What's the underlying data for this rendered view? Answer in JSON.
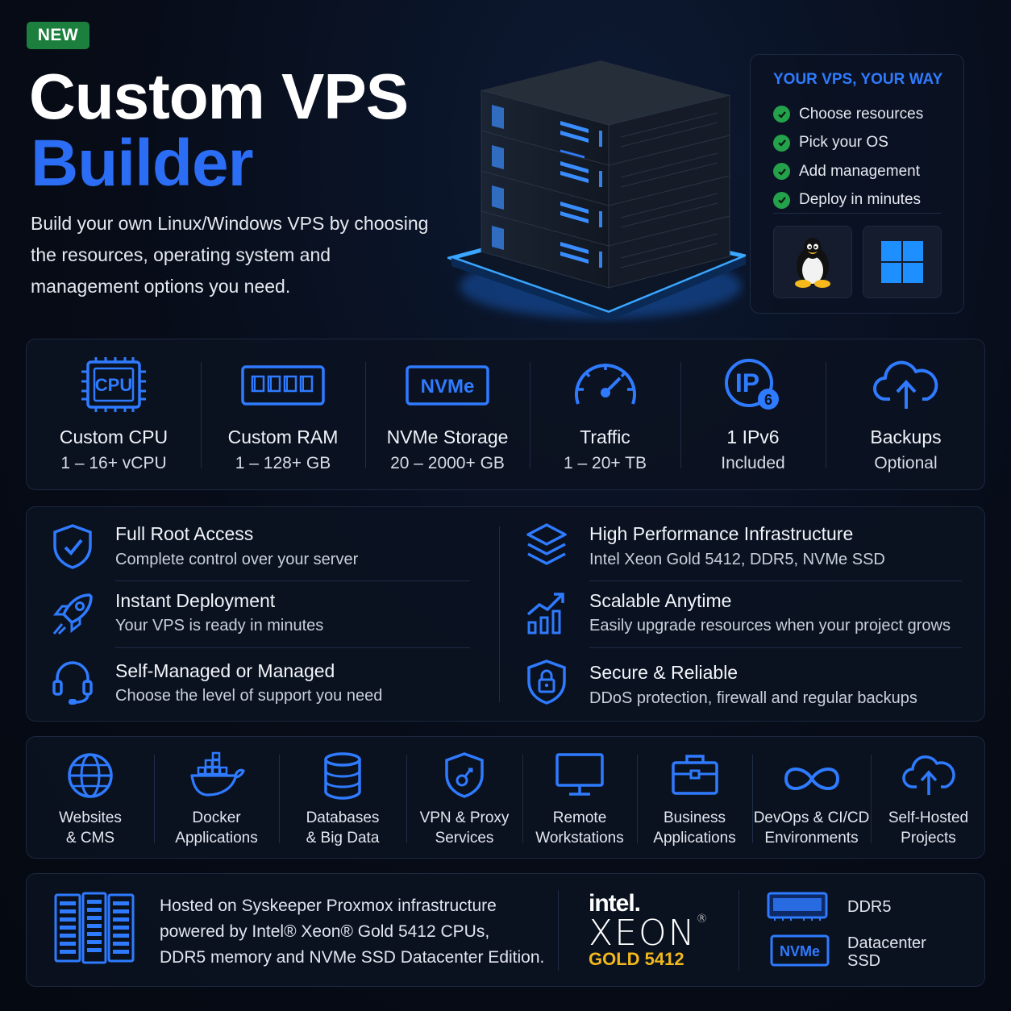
{
  "header": {
    "badge": "NEW",
    "title_line1": "Custom VPS",
    "title_line2": "Builder",
    "intro_line1": "Build your own Linux/Windows VPS by choosing",
    "intro_line2": "the resources, operating system and",
    "intro_line3": "management options you need."
  },
  "your_way": {
    "heading": "YOUR VPS, YOUR WAY",
    "items": [
      "Choose resources",
      "Pick your OS",
      "Add management",
      "Deploy in minutes"
    ],
    "os": [
      "linux-tux-icon",
      "windows-logo-icon"
    ]
  },
  "specs": [
    {
      "icon": "cpu-chip-icon",
      "icon_text": "CPU",
      "name": "Custom CPU",
      "value": "1 – 16+ vCPU"
    },
    {
      "icon": "ram-module-icon",
      "name": "Custom RAM",
      "value": "1 – 128+ GB"
    },
    {
      "icon": "nvme-drive-icon",
      "icon_text": "NVMe",
      "name": "NVMe Storage",
      "value": "20 – 2000+ GB"
    },
    {
      "icon": "speedometer-icon",
      "name": "Traffic",
      "value": "1 – 20+ TB"
    },
    {
      "icon": "ipv6-icon",
      "icon_text": "IP",
      "icon_badge": "6",
      "name": "1 IPv6",
      "value": "Included"
    },
    {
      "icon": "cloud-upload-icon",
      "name": "Backups",
      "value": "Optional"
    }
  ],
  "features": [
    {
      "icon": "shield-check-icon",
      "title": "Full Root Access",
      "desc": "Complete control over your server"
    },
    {
      "icon": "rocket-icon",
      "title": "Instant Deployment",
      "desc": "Your VPS is ready in minutes"
    },
    {
      "icon": "headset-icon",
      "title": "Self-Managed or Managed",
      "desc": "Choose the level of support you need"
    },
    {
      "icon": "layers-icon",
      "title": "High Performance Infrastructure",
      "desc": "Intel Xeon Gold 5412, DDR5, NVMe SSD"
    },
    {
      "icon": "growth-chart-icon",
      "title": "Scalable Anytime",
      "desc": "Easily upgrade resources when your project grows"
    },
    {
      "icon": "shield-lock-icon",
      "title": "Secure & Reliable",
      "desc": "DDoS protection, firewall and regular backups"
    }
  ],
  "uses": [
    {
      "icon": "globe-icon",
      "line1": "Websites",
      "line2": "& CMS"
    },
    {
      "icon": "docker-whale-icon",
      "line1": "Docker",
      "line2": "Applications"
    },
    {
      "icon": "database-icon",
      "line1": "Databases",
      "line2": "& Big Data"
    },
    {
      "icon": "vpn-shield-icon",
      "line1": "VPN & Proxy",
      "line2": "Services"
    },
    {
      "icon": "monitor-icon",
      "line1": "Remote",
      "line2": "Workstations"
    },
    {
      "icon": "briefcase-icon",
      "line1": "Business",
      "line2": "Applications"
    },
    {
      "icon": "infinity-icon",
      "line1": "DevOps & CI/CD",
      "line2": "Environments"
    },
    {
      "icon": "cloud-upload-icon",
      "line1": "Self-Hosted",
      "line2": "Projects"
    }
  ],
  "footer": {
    "line1": "Hosted on Syskeeper Proxmox infrastructure",
    "line2": "powered by Intel® Xeon® Gold 5412 CPUs,",
    "line3": "DDR5 memory and NVMe SSD Datacenter Edition.",
    "intel": "intel.",
    "xeon": "XEON",
    "xeon_mark": "®",
    "gold": "GOLD 5412",
    "ddr5": "DDR5",
    "nvme_chip": "NVMe",
    "datacenter_line1": "Datacenter",
    "datacenter_line2": "SSD"
  },
  "colors": {
    "accent_blue": "#2b6df5",
    "icon_blue": "#2f7bff",
    "check_green": "#24a14b",
    "badge_green": "#1c7f3d",
    "gold": "#f0b81c",
    "background": "#070c18"
  }
}
